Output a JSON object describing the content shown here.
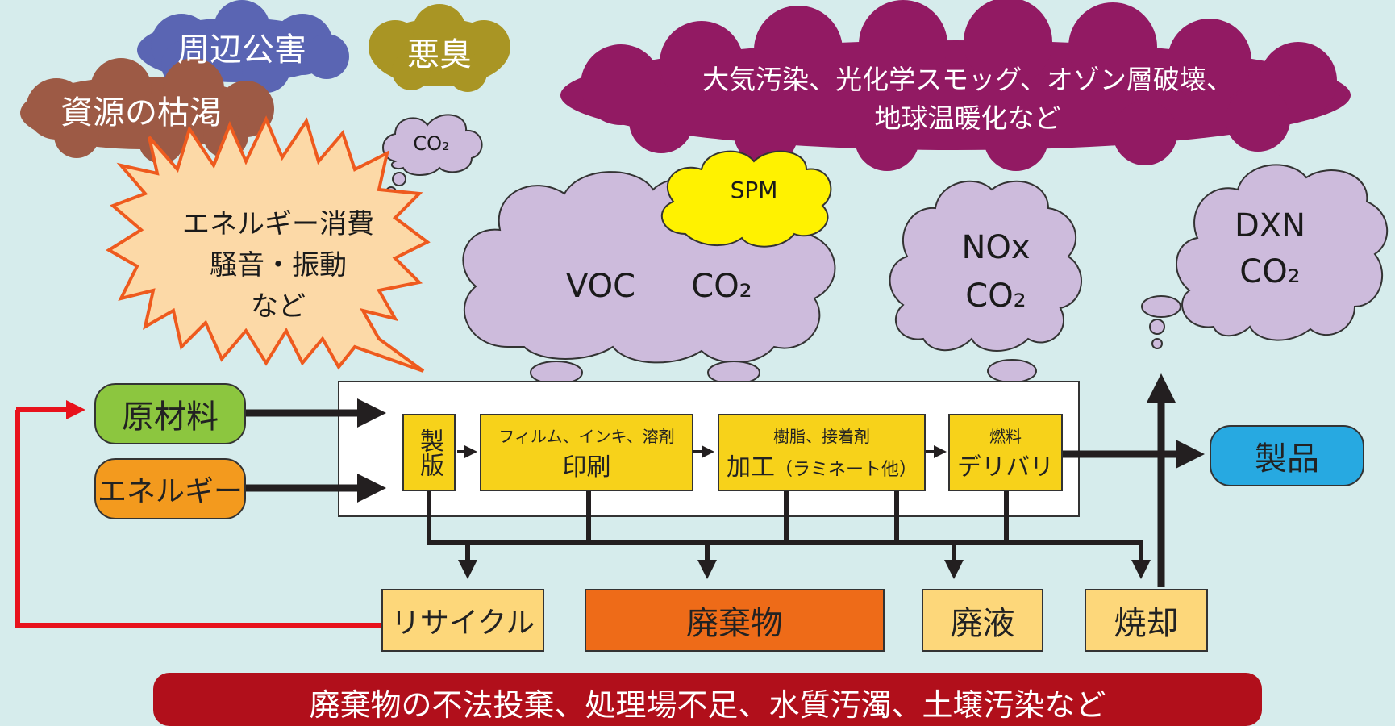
{
  "title_clouds": {
    "periphery": "周辺公害",
    "odor": "悪臭",
    "depletion": "資源の枯渇",
    "atmosphere_line1": "大気汚染、光化学スモッグ、オゾン層破壊、",
    "atmosphere_line2": "地球温暖化など",
    "co2_small": "CO₂"
  },
  "burst": {
    "line1": "エネルギー消費",
    "line2": "騒音・振動",
    "line3": "など"
  },
  "emission_clouds": {
    "spm": "SPM",
    "voc": "VOC",
    "voc_co2": "CO₂",
    "nox": "NOx",
    "nox_co2": "CO₂",
    "dxn": "DXN",
    "dxn_co2": "CO₂"
  },
  "inputs": {
    "raw_material": "原材料",
    "energy": "エネルギー"
  },
  "process": {
    "plate": "製版",
    "print_caption": "フィルム、インキ、溶剤",
    "print_label": "印刷",
    "process_caption": "樹脂、接着剤",
    "process_label": "加工",
    "process_sub": "（ラミネート他）",
    "delivery_caption": "燃料",
    "delivery_label": "デリバリ"
  },
  "product": "製品",
  "outputs": {
    "recycle": "リサイクル",
    "waste": "廃棄物",
    "liquid_waste": "廃液",
    "incineration": "焼却"
  },
  "bottom_banner": "廃棄物の不法投棄、処理場不足、水質汚濁、土壌汚染など",
  "colors": {
    "background": "#d6ecec",
    "lavender_cloud": "#cdbbdc",
    "magenta_cloud": "#921a63",
    "blue_cloud": "#5a65b3",
    "olive_cloud": "#a99524",
    "brown_cloud": "#9d5a45",
    "spm_cloud": "#fff200",
    "burst_fill": "#fcd9a7",
    "burst_stroke": "#ee5a1e",
    "step_yellow": "#f7d21a",
    "raw_green": "#8cc63f",
    "energy_orange": "#f39a1e",
    "product_blue": "#27a9e1",
    "pale_yellow": "#fdd77a",
    "waste_orange": "#ee6b18",
    "banner_red": "#b10f1b",
    "recycle_line": "#e8121c"
  }
}
